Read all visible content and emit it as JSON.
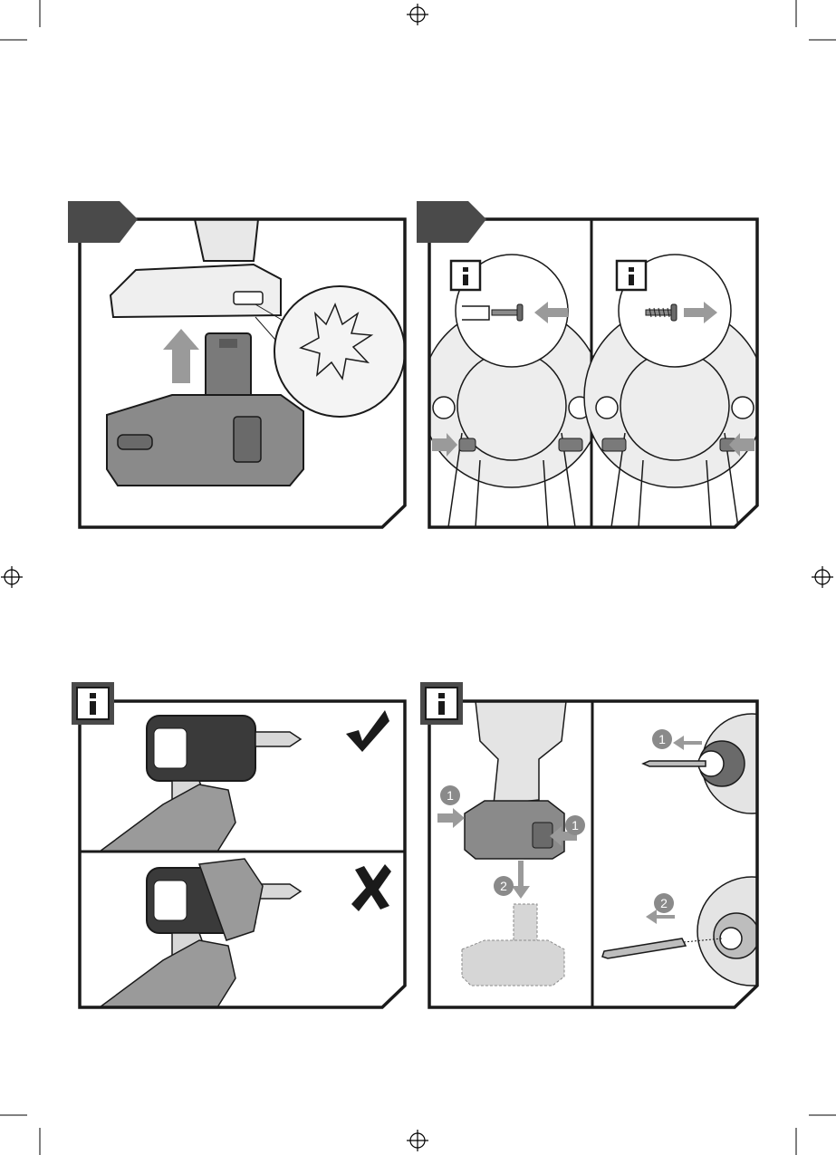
{
  "page": {
    "background": "#ffffff",
    "ink_color": "#1a1a1a",
    "tab_color": "#4a4a4a",
    "tool_fill": "#dcdcdc",
    "battery_fill": "#8a8a8a",
    "hand_fill": "#9a9a9a",
    "ghost_fill": "#d6d6d6"
  },
  "panels": [
    {
      "id": "battery-insert",
      "tab_type": "step",
      "tab_label": ""
    },
    {
      "id": "direction-switch",
      "tab_type": "step",
      "tab_label": "",
      "subpanels": [
        {
          "info_icon": "info-icon",
          "inset": "screw-tighten",
          "arrow": "left"
        },
        {
          "info_icon": "info-icon",
          "inset": "screw-loosen",
          "arrow": "right"
        }
      ]
    },
    {
      "id": "grip-correct-incorrect",
      "tab_type": "info",
      "info_icon": "info-icon",
      "rows": [
        {
          "mark": "check-mark-icon"
        },
        {
          "mark": "cross-mark-icon"
        }
      ]
    },
    {
      "id": "battery-remove-bit-change",
      "tab_type": "info",
      "info_icon": "info-icon",
      "steps": {
        "left": [
          "1",
          "1",
          "2"
        ],
        "right": [
          "1",
          "2"
        ]
      }
    }
  ]
}
